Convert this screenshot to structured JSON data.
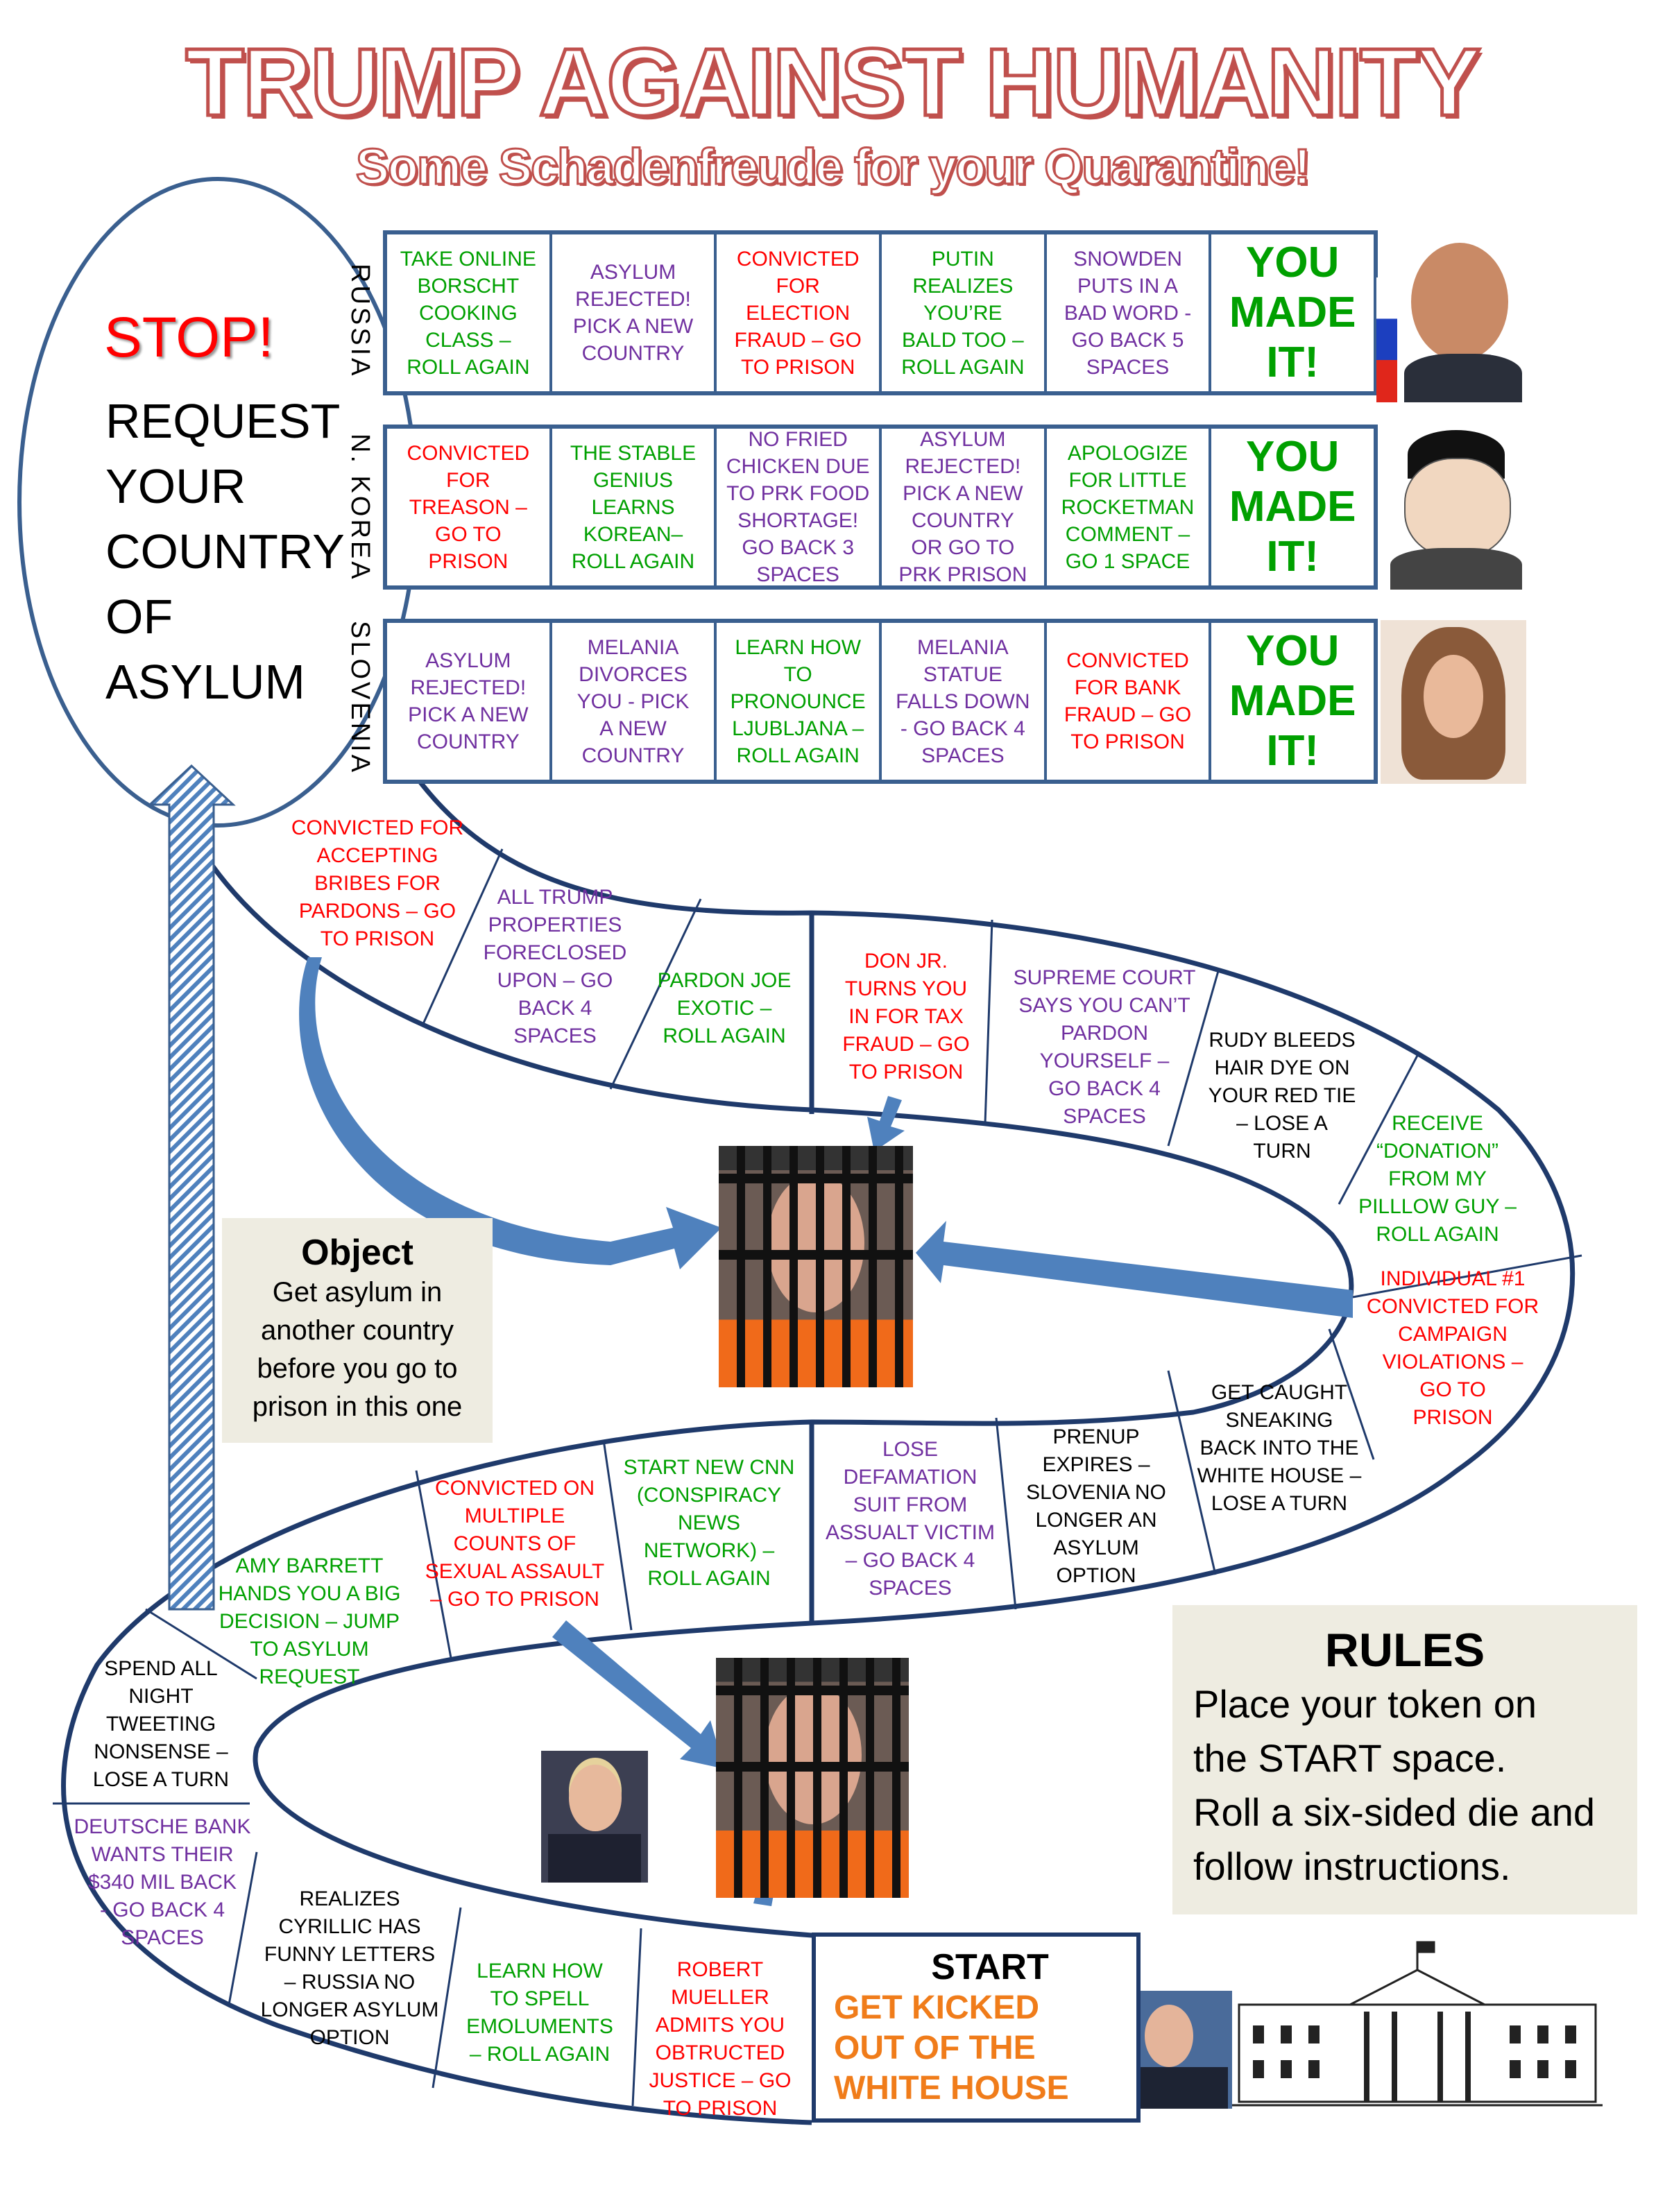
{
  "title": "TRUMP AGAINST HUMANITY",
  "subtitle": "Some Schadenfreude for your Quarantine!",
  "stop": {
    "heading": "STOP!",
    "text": "REQUEST\nYOUR\nCOUNTRY\nOF\nASYLUM"
  },
  "countries": [
    {
      "label": "RUSSIA",
      "cells": [
        {
          "text": "TAKE ONLINE\nBORSCHT\nCOOKING\nCLASS –\nROLL AGAIN",
          "color": "green"
        },
        {
          "text": "ASYLUM\nREJECTED!\nPICK A NEW\nCOUNTRY",
          "color": "purple"
        },
        {
          "text": "CONVICTED\nFOR\nELECTION\nFRAUD – GO\nTO PRISON",
          "color": "red"
        },
        {
          "text": "PUTIN\nREALIZES\nYOU’RE\nBALD TOO –\nROLL AGAIN",
          "color": "green"
        },
        {
          "text": "SNOWDEN\nPUTS IN A\nBAD WORD -\nGO BACK 5\nSPACES",
          "color": "purple"
        }
      ],
      "finish": "YOU\nMADE\nIT!"
    },
    {
      "label": "N. KOREA",
      "cells": [
        {
          "text": "CONVICTED\nFOR\nTREASON –\nGO TO\nPRISON",
          "color": "red"
        },
        {
          "text": "THE STABLE\nGENIUS\nLEARNS\nKOREAN–\nROLL AGAIN",
          "color": "green"
        },
        {
          "text": "NO FRIED\nCHICKEN DUE\nTO PRK FOOD\nSHORTAGE!\nGO BACK 3\nSPACES",
          "color": "purple"
        },
        {
          "text": "ASYLUM\nREJECTED!\nPICK A NEW\nCOUNTRY\nOR GO TO\nPRK PRISON",
          "color": "purple"
        },
        {
          "text": "APOLOGIZE\nFOR LITTLE\nROCKETMAN\nCOMMENT –\nGO 1 SPACE",
          "color": "green"
        }
      ],
      "finish": "YOU\nMADE\nIT!"
    },
    {
      "label": "SLOVENIA",
      "cells": [
        {
          "text": "ASYLUM\nREJECTED!\nPICK A NEW\nCOUNTRY",
          "color": "purple"
        },
        {
          "text": "MELANIA\nDIVORCES\nYOU - PICK\nA NEW\nCOUNTRY",
          "color": "purple"
        },
        {
          "text": "LEARN HOW\nTO\nPRONOUNCE\nLJUBLJANA –\nROLL AGAIN",
          "color": "green"
        },
        {
          "text": "MELANIA\nSTATUE\nFALLS DOWN\n- GO BACK 4\nSPACES",
          "color": "purple"
        },
        {
          "text": "CONVICTED\nFOR BANK\nFRAUD – GO\nTO PRISON",
          "color": "red"
        }
      ],
      "finish": "YOU\nMADE\nIT!"
    }
  ],
  "track": [
    {
      "text": "CONVICTED FOR\nACCEPTING\nBRIBES FOR\nPARDONS  – GO\nTO PRISON",
      "color": "red"
    },
    {
      "text": "ALL TRUMP\nPROPERTIES\nFORECLOSED\nUPON – GO\nBACK 4\nSPACES",
      "color": "purple"
    },
    {
      "text": "PARDON JOE\nEXOTIC –\nROLL AGAIN",
      "color": "green"
    },
    {
      "text": "DON JR.\nTURNS YOU\nIN FOR TAX\nFRAUD – GO\nTO PRISON",
      "color": "red"
    },
    {
      "text": "SUPREME COURT\nSAYS YOU CAN’T\nPARDON\nYOURSELF –\nGO BACK 4\nSPACES",
      "color": "purple"
    },
    {
      "text": "RUDY BLEEDS\nHAIR DYE ON\nYOUR RED TIE\n– LOSE A\nTURN",
      "color": "black"
    },
    {
      "text": "RECEIVE\n“DONATION”\nFROM MY\nPILLLOW GUY –\nROLL AGAIN",
      "color": "green"
    },
    {
      "text": "INDIVIDUAL #1\nCONVICTED FOR\nCAMPAIGN\nVIOLATIONS –\nGO TO\nPRISON",
      "color": "red"
    },
    {
      "text": "GET CAUGHT\nSNEAKING\nBACK INTO THE\nWHITE HOUSE –\nLOSE A TURN",
      "color": "black"
    },
    {
      "text": "PRENUP\nEXPIRES –\nSLOVENIA NO\nLONGER AN\nASYLUM\nOPTION",
      "color": "black"
    },
    {
      "text": "LOSE\nDEFAMATION\nSUIT FROM\nASSUALT VICTIM\n– GO BACK 4\nSPACES",
      "color": "purple"
    },
    {
      "text": "START NEW CNN\n(CONSPIRACY\nNEWS\nNETWORK) –\nROLL AGAIN",
      "color": "green"
    },
    {
      "text": "CONVICTED ON\nMULTIPLE\nCOUNTS OF\nSEXUAL ASSAULT\n– GO TO PRISON",
      "color": "red"
    },
    {
      "text": "AMY BARRETT\nHANDS YOU A BIG\nDECISION –  JUMP\nTO ASYLUM\nREQUEST",
      "color": "green"
    },
    {
      "text": "SPEND ALL\nNIGHT\nTWEETING\nNONSENSE –\nLOSE A TURN",
      "color": "black"
    },
    {
      "text": "DEUTSCHE BANK\nWANTS THEIR\n$340 MIL BACK\n- GO BACK 4\nSPACES",
      "color": "purple"
    },
    {
      "text": "REALIZES\nCYRILLIC HAS\nFUNNY LETTERS\n– RUSSIA NO\nLONGER ASYLUM\nOPTION",
      "color": "black"
    },
    {
      "text": "LEARN HOW\nTO SPELL\nEMOLUMENTS\n– ROLL AGAIN",
      "color": "green"
    },
    {
      "text": "ROBERT\nMUELLER\nADMITS YOU\nOBTRUCTED\nJUSTICE – GO\nTO PRISON",
      "color": "red"
    }
  ],
  "start": {
    "heading": "START",
    "text": "GET KICKED\nOUT OF THE\nWHITE HOUSE"
  },
  "object": {
    "heading": "Object",
    "lines": [
      "Get asylum in",
      "another country",
      "before you go to",
      "prison in this one"
    ]
  },
  "rules": {
    "heading": "RULES",
    "text": "Place your token on\nthe START space.\nRoll a six-sided die and\nfollow instructions."
  },
  "colors": {
    "track_line": "#1f3a6b",
    "arrow": "#4f81bd",
    "title": "#c0504d",
    "green": "#00a000",
    "purple": "#7030a0",
    "red": "#ff0000",
    "start_orange": "#f07c1a",
    "box_bg": "#eeece1"
  }
}
